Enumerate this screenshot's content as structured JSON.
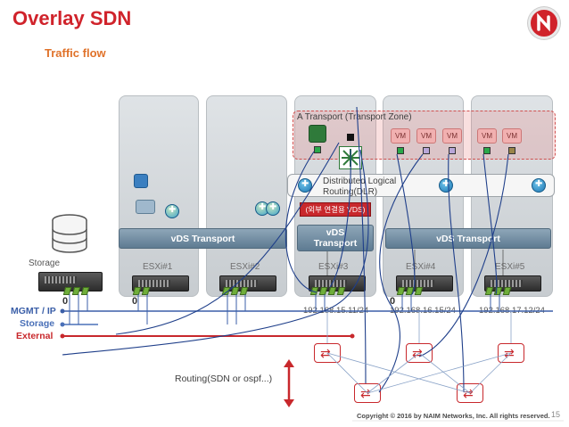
{
  "title": "Overlay SDN",
  "subtitle": "Traffic flow",
  "colors": {
    "accent": "#d0232b",
    "mgmt": "#3b5fa8",
    "storage": "#4a70b8",
    "external": "#c8282c",
    "vm": "#f1b0b0"
  },
  "hosts": [
    {
      "label": "ESXi#1"
    },
    {
      "label": "ESXi#2"
    },
    {
      "label": "ESXi#3"
    },
    {
      "label": "ESXi#4"
    },
    {
      "label": "ESXi#5"
    }
  ],
  "transports": [
    {
      "label": "vDS Transport"
    },
    {
      "label": "vDS Transport"
    },
    {
      "label": "vDS Transport"
    }
  ],
  "transport_zone": {
    "label": "A Transport (Transport Zone)"
  },
  "vms": [
    "VM",
    "VM",
    "VM",
    "VM",
    "VM"
  ],
  "dlr": {
    "label": "Distributed Logical Routing(DLR)"
  },
  "edge_vds": {
    "label": "(외부 연결용 VDS)"
  },
  "storage": {
    "label": "Storage"
  },
  "networks": {
    "mgmt_ip": "MGMT / IP",
    "storage": "Storage",
    "external": "External"
  },
  "subnets": [
    "192.168.15.11/24",
    "192.168.16.15/24",
    "192.168.17.12/24"
  ],
  "zeros": [
    "0",
    "0",
    "0"
  ],
  "routing": {
    "label": "Routing(SDN or ospf...)"
  },
  "footer": {
    "copyright": "Copyright © 2016 by NAIM Networks, Inc. All rights reserved.",
    "page": "15"
  },
  "icons": [
    "logo-icon",
    "storage-db-icon",
    "router-icon",
    "vm-port-icon",
    "edge-gateway-icon",
    "controller-icon"
  ]
}
